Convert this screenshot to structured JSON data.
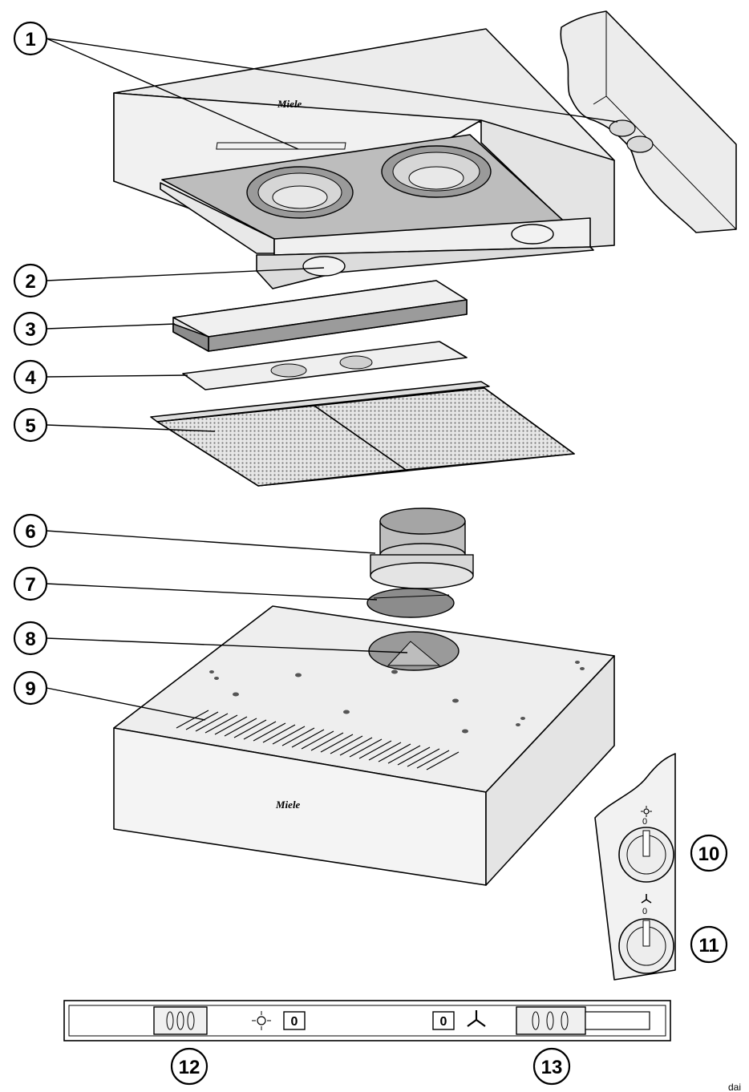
{
  "brand": {
    "logo_text": "Miele"
  },
  "callouts": [
    {
      "id": "1",
      "label": "1"
    },
    {
      "id": "2",
      "label": "2"
    },
    {
      "id": "3",
      "label": "3"
    },
    {
      "id": "4",
      "label": "4"
    },
    {
      "id": "5",
      "label": "5"
    },
    {
      "id": "6",
      "label": "6"
    },
    {
      "id": "7",
      "label": "7"
    },
    {
      "id": "8",
      "label": "8"
    },
    {
      "id": "9",
      "label": "9"
    },
    {
      "id": "10",
      "label": "10"
    },
    {
      "id": "11",
      "label": "11"
    },
    {
      "id": "12",
      "label": "12"
    },
    {
      "id": "13",
      "label": "13"
    }
  ],
  "side_controls": {
    "light_knob_zero": "0",
    "fan_knob_zero": "0",
    "light_icon": "light-sun-icon",
    "fan_icon": "fan-icon"
  },
  "front_panel": {
    "light_indicator": "0",
    "fan_indicator": "0",
    "light_icon": "light-sun-icon",
    "fan_icon": "fan-icon"
  },
  "doc_ref": "dai"
}
